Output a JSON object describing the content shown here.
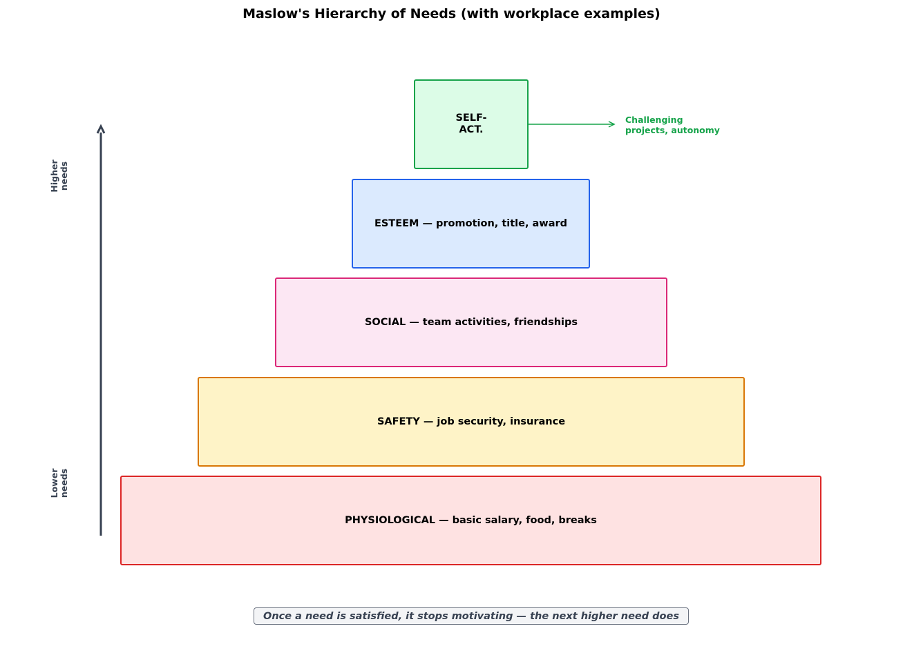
{
  "title": "Maslow's Hierarchy of Needs (with workplace examples)",
  "levels": {
    "self": "SELF-\nACT.",
    "esteem": "ESTEEM — promotion, title, award",
    "social": "SOCIAL — team activities, friendships",
    "safety": "SAFETY — job security, insurance",
    "physiological": "PHYSIOLOGICAL — basic salary, food, breaks"
  },
  "callout": "Challenging\nprojects, autonomy",
  "axis": {
    "higher": "Higher\nneeds",
    "lower": "Lower\nneeds"
  },
  "footer": "Once a need is satisfied, it stops motivating — the next higher need does",
  "colors": {
    "self": "#16a34a",
    "esteem": "#2563eb",
    "social": "#db2777",
    "safety": "#d97706",
    "physiological": "#dc2626",
    "axis": "#374151"
  }
}
